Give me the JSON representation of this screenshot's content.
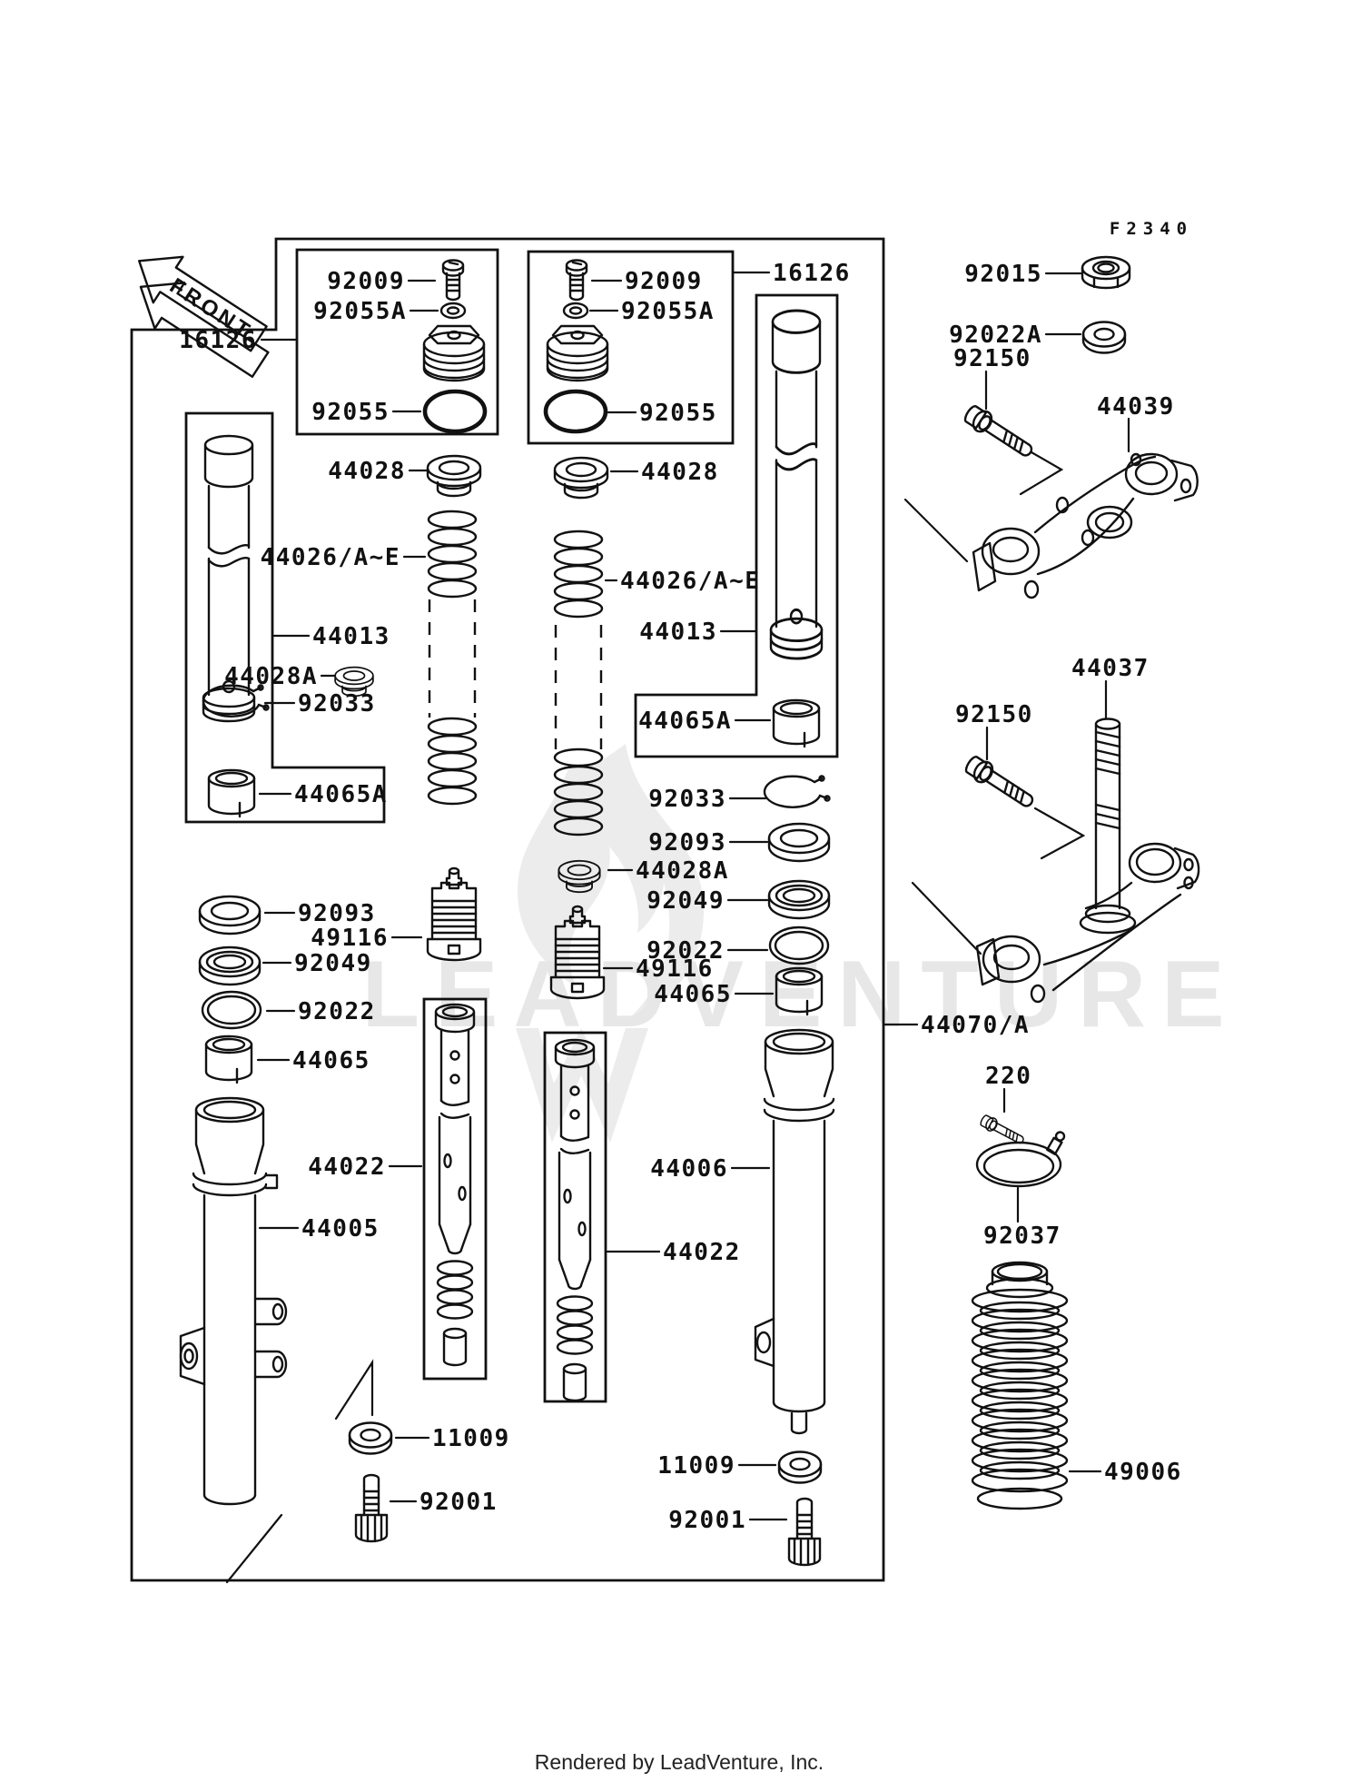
{
  "diagram": {
    "page_code": "F2340",
    "front_arrow": "FRONT",
    "watermark": "LEADVENTURE",
    "footer": "Rendered by LeadVenture, Inc.",
    "assembly_ref": "44070/A",
    "labels": {
      "left_16126": "16126",
      "right_16126": "16126",
      "l_92009": "92009",
      "m_92009": "92009",
      "l_92055a": "92055A",
      "m_92055a": "92055A",
      "l_92055": "92055",
      "m_92055": "92055",
      "l_44028": "44028",
      "m_44028": "44028",
      "l_44026": "44026/A~E",
      "m_44026": "44026/A~E",
      "l_44013": "44013",
      "m_44013": "44013",
      "l_44065a": "44065A",
      "m_44065a": "44065A",
      "l_44028a": "44028A",
      "m_44028a": "44028A",
      "l_92033": "92033",
      "r_92033": "92033",
      "l_92093": "92093",
      "r_92093": "92093",
      "l_49116": "49116",
      "m_49116": "49116",
      "l_92049": "92049",
      "r_92049": "92049",
      "l_92022": "92022",
      "r_92022": "92022",
      "l_44065": "44065",
      "r_44065": "44065",
      "l_44022": "44022",
      "m_44022": "44022",
      "l_44005": "44005",
      "m_44006": "44006",
      "l_11009": "11009",
      "m_11009": "11009",
      "l_92001": "92001",
      "m_92001": "92001",
      "s_92015": "92015",
      "s_92022a": "92022A",
      "s_92150a": "92150",
      "s_92150b": "92150",
      "s_44039": "44039",
      "s_44037": "44037",
      "s_220": "220",
      "s_92037": "92037",
      "s_49006": "49006"
    },
    "colors": {
      "line": "#111111",
      "watermark": "#e7e7e7",
      "background": "#ffffff"
    }
  }
}
